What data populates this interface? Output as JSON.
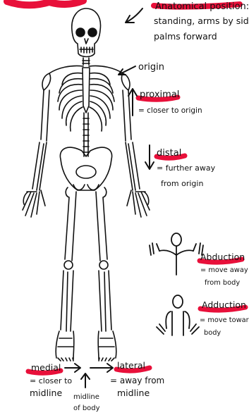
{
  "accent_color": "#e8103a",
  "anatomical_position": {
    "title": "Anatomical position:",
    "line1": "standing, arms by side,",
    "line2": "palms forward"
  },
  "origin": {
    "label": "origin"
  },
  "proximal": {
    "title": "proximal",
    "desc": "= closer to origin"
  },
  "distal": {
    "title": "distal",
    "line1": "= further away",
    "line2": "from origin"
  },
  "abduction": {
    "title": "Abduction",
    "line1": "= move away",
    "line2": "from body"
  },
  "adduction": {
    "title": "Adduction",
    "line1": "= move toward",
    "line2": "body"
  },
  "medial": {
    "title": "medial",
    "line1": "= closer to",
    "line2": "midline"
  },
  "midline": {
    "line1": "midline",
    "line2": "of body"
  },
  "lateral": {
    "title": "lateral",
    "line1": "= away from",
    "line2": "midline"
  }
}
